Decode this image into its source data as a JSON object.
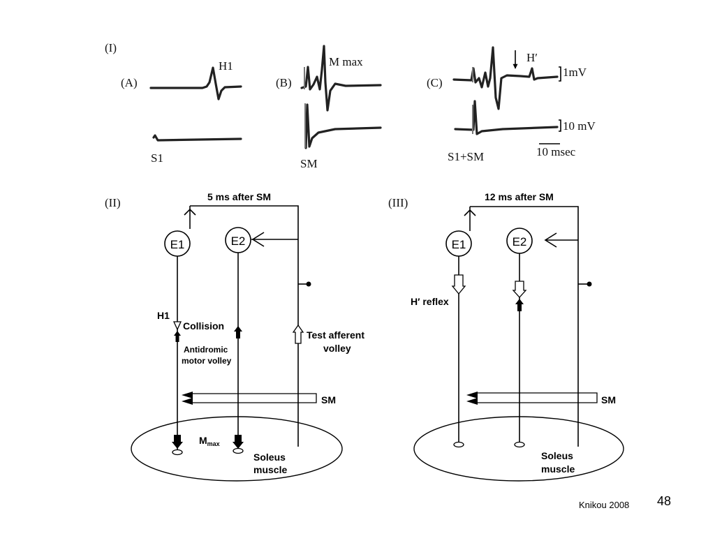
{
  "slide_number": "48",
  "citation": "Knikou 2008",
  "panel_I": {
    "label": "(I)",
    "A": {
      "label": "(A)",
      "peak": "H1",
      "stim": "S1"
    },
    "B": {
      "label": "(B)",
      "peak": "M max",
      "stim": "SM"
    },
    "C": {
      "label": "(C)",
      "peak": "H′",
      "stim": "S1+SM"
    },
    "scale_top": "1mV",
    "scale_bottom": "10 mV",
    "time_scale": "10 msec"
  },
  "panel_II": {
    "label": "(II)",
    "title": "5 ms after SM",
    "neuron1": "E1",
    "neuron2": "E2",
    "h1": "H1",
    "collision": "Collision",
    "antidromic_line1": "Antidromic",
    "antidromic_line2": "motor volley",
    "test_line1": "Test afferent",
    "test_line2": "volley",
    "sm": "SM",
    "mmax_main": "M",
    "mmax_sub": "max",
    "muscle_line1": "Soleus",
    "muscle_line2": "muscle"
  },
  "panel_III": {
    "label": "(III)",
    "title": "12 ms after SM",
    "neuron1": "E1",
    "neuron2": "E2",
    "h_reflex": "H′ reflex",
    "sm": "SM",
    "muscle_line1": "Soleus",
    "muscle_line2": "muscle"
  }
}
